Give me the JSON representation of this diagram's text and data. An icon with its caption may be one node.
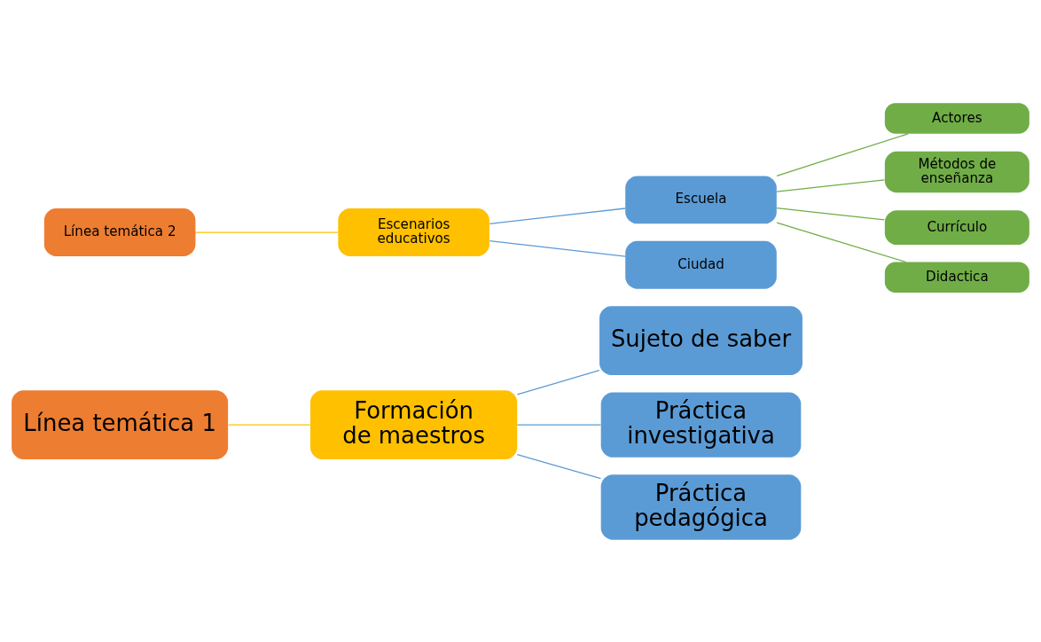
{
  "diagram": {
    "nodes": [
      {
        "text": [
          "Línea temática 1"
        ]
      },
      {
        "text": [
          "Formación de maestros"
        ]
      },
      {
        "text": [
          "Sujeto de saber"
        ]
      },
      {
        "text": [
          "Práctica investigativa"
        ]
      },
      {
        "text": [
          "Práctica pedagógica"
        ]
      },
      {
        "text": [
          "Línea temática 2"
        ]
      },
      {
        "text": [
          "Escenarios educativos"
        ]
      },
      {
        "text": [
          "Escuela"
        ]
      },
      {
        "text": [
          "Ciudad"
        ]
      },
      {
        "text": [
          "Actores"
        ]
      },
      {
        "text": [
          "Métodos de enseñanza"
        ]
      },
      {
        "text": [
          "Currículo"
        ]
      },
      {
        "text": [
          "Didactica"
        ]
      }
    ],
    "edges": [
      {
        "from": 0,
        "to": 1,
        "arrow": "none",
        "color": "#ffc000"
      },
      {
        "from": 1,
        "to": 2,
        "arrow": "none"
      },
      {
        "from": 1,
        "to": 3,
        "arrow": "none"
      },
      {
        "from": 1,
        "to": 4,
        "arrow": "none"
      },
      {
        "from": 5,
        "to": 6,
        "arrow": "none",
        "color": "#ffc000"
      },
      {
        "from": 6,
        "to": 7,
        "arrow": "none"
      },
      {
        "from": 6,
        "to": 8,
        "arrow": "none"
      },
      {
        "from": 7,
        "to": 9,
        "arrow": "none",
        "color": "#70ad47"
      },
      {
        "from": 7,
        "to": 10,
        "arrow": "none",
        "color": "#70ad47"
      },
      {
        "from": 7,
        "to": 11,
        "arrow": "none",
        "color": "#70ad47"
      },
      {
        "from": 7,
        "to": 12,
        "arrow": "none",
        "color": "#70ad47"
      }
    ]
  }
}
